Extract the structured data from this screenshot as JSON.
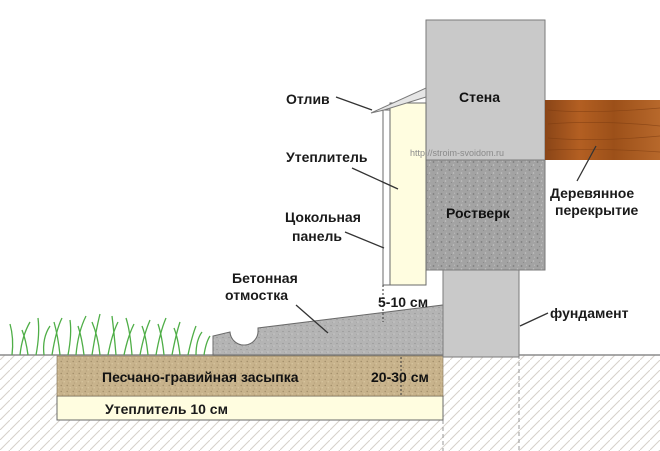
{
  "labels": {
    "otliv": "Отлив",
    "stena": "Стена",
    "uteplitel": "Утеплитель",
    "derevyannoe_1": "Деревянное",
    "derevyannoe_2": "перекрытие",
    "rostverk": "Ростверк",
    "tsokolnaya_1": "Цокольная",
    "tsokolnaya_2": "панель",
    "betonnaya_1": "Бетонная",
    "betonnaya_2": "отмостка",
    "gap": "5-10 см",
    "fundament": "фундамент",
    "zasypka": "Песчано-гравийная засыпка",
    "zasypka_thickness": "20-30 см",
    "uteplitel_bottom": "Утеплитель 10 см"
  },
  "watermark": "http://stroim-svoidom.ru",
  "colors": {
    "wall": "#c9c9c9",
    "gravel": "#a8a8a8",
    "wood": "#a0521c",
    "insulation": "#fffde0",
    "sand": "#c9b58f",
    "concrete": "#b0b0b0",
    "grass": "#5fbf56",
    "soil": "#d8d3cc"
  }
}
